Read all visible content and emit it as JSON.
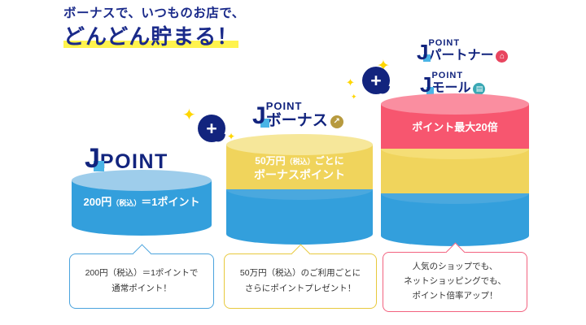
{
  "headline": {
    "line1": "ボーナスで、いつものお店で、",
    "line2": "どんどん貯まる！",
    "highlight_color": "#fff34d",
    "text_color": "#1a2a8a"
  },
  "logos": [
    {
      "id": "jpoint",
      "j_glyph": "J",
      "small": "",
      "big": "POINT",
      "icon": ""
    },
    {
      "id": "bonus",
      "j_glyph": "J",
      "small": "POINT",
      "big": "ボーナス",
      "icon": "chart-up-icon",
      "icon_glyph": "↗",
      "icon_color": "#b79a3e"
    },
    {
      "id": "partner",
      "j_glyph": "J",
      "small": "POINT",
      "big": "パートナー",
      "icon": "shop-icon",
      "icon_glyph": "⌂",
      "icon_color": "#e8455f"
    },
    {
      "id": "mall",
      "j_glyph": "J",
      "small": "POINT",
      "big": "モール",
      "icon": "cart-icon",
      "icon_glyph": "🛒",
      "icon_color": "#3aa8b4"
    }
  ],
  "plus_badges": [
    {
      "id": "plus-1",
      "label": "+"
    },
    {
      "id": "plus-2",
      "label": "+"
    }
  ],
  "stacks": [
    {
      "id": "stack-base",
      "tiers": [
        {
          "color": "#339fdc",
          "cap_color": "#9ecdeb",
          "label_line1": "200円",
          "label_tax": "（税込）",
          "label_line1b": "＝1ポイント",
          "label_line2": ""
        }
      ],
      "callout": {
        "lines": [
          "200円（税込）＝1ポイントで",
          "通常ポイント！"
        ],
        "border_color": "#4aa3dd"
      }
    },
    {
      "id": "stack-bonus",
      "tiers": [
        {
          "color": "#f0d45c",
          "cap_color": "#f6e79a",
          "label_line1": "50万円",
          "label_tax": "（税込）",
          "label_line1b": "ごとに",
          "label_line2": "ボーナスポイント"
        },
        {
          "color": "#339fdc",
          "cap_color": "#9ecdeb",
          "label_line1": "",
          "label_tax": "",
          "label_line1b": "",
          "label_line2": ""
        }
      ],
      "callout": {
        "lines": [
          "50万円（税込）のご利用ごとに",
          "さらにポイントプレゼント！"
        ],
        "border_color": "#e8c93c"
      }
    },
    {
      "id": "stack-max",
      "tiers": [
        {
          "color": "#f7566f",
          "cap_color": "#fa8ea0",
          "label_line1": "",
          "label_tax": "",
          "label_line1b": "",
          "label_line2": "ポイント最大20倍"
        },
        {
          "color": "#f0d45c",
          "cap_color": "#f6e79a",
          "label_line1": "",
          "label_tax": "",
          "label_line1b": "",
          "label_line2": ""
        },
        {
          "color": "#339fdc",
          "cap_color": "#9ecdeb",
          "label_line1": "",
          "label_tax": "",
          "label_line1b": "",
          "label_line2": ""
        }
      ],
      "callout": {
        "lines": [
          "人気のショップでも、",
          "ネットショッピングでも、",
          "ポイント倍率アップ！"
        ],
        "border_color": "#f2627f"
      }
    }
  ]
}
